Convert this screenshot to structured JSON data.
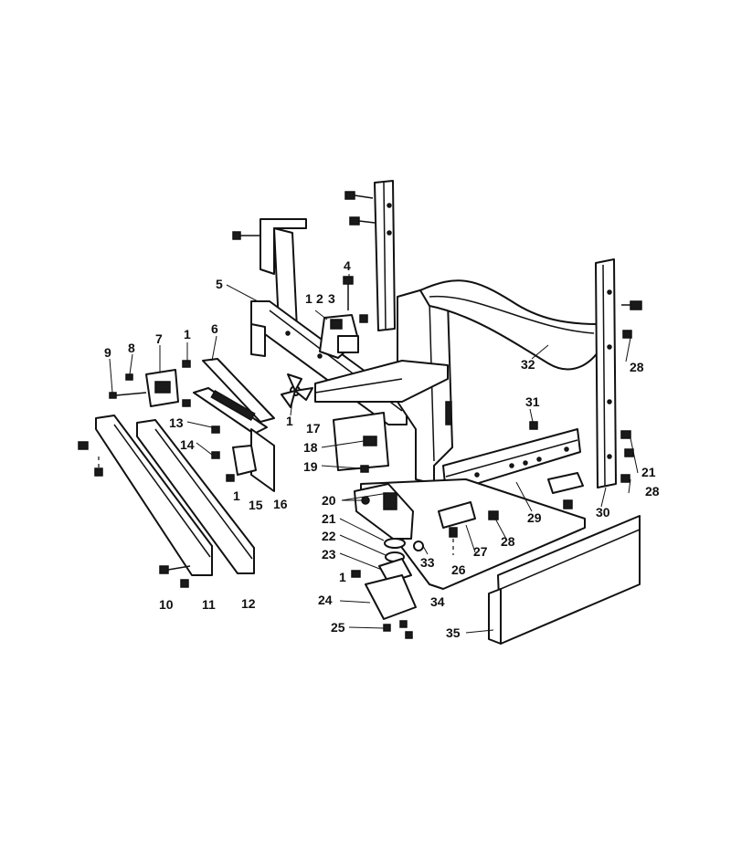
{
  "callouts": [
    {
      "id": "c1a",
      "text": "1"
    },
    {
      "id": "c1b",
      "text": "1"
    },
    {
      "id": "c1c",
      "text": "1"
    },
    {
      "id": "c1d",
      "text": "1"
    },
    {
      "id": "c1e",
      "text": "1"
    },
    {
      "id": "c2",
      "text": "2"
    },
    {
      "id": "c3",
      "text": "3"
    },
    {
      "id": "c4",
      "text": "4"
    },
    {
      "id": "c5",
      "text": "5"
    },
    {
      "id": "c6",
      "text": "6"
    },
    {
      "id": "c7",
      "text": "7"
    },
    {
      "id": "c8",
      "text": "8"
    },
    {
      "id": "c9",
      "text": "9"
    },
    {
      "id": "c10",
      "text": "10"
    },
    {
      "id": "c11",
      "text": "11"
    },
    {
      "id": "c12",
      "text": "12"
    },
    {
      "id": "c13",
      "text": "13"
    },
    {
      "id": "c14",
      "text": "14"
    },
    {
      "id": "c15",
      "text": "15"
    },
    {
      "id": "c16",
      "text": "16"
    },
    {
      "id": "c17",
      "text": "17"
    },
    {
      "id": "c18",
      "text": "18"
    },
    {
      "id": "c19",
      "text": "19"
    },
    {
      "id": "c20",
      "text": "20"
    },
    {
      "id": "c21a",
      "text": "21"
    },
    {
      "id": "c21b",
      "text": "21"
    },
    {
      "id": "c22",
      "text": "22"
    },
    {
      "id": "c23",
      "text": "23"
    },
    {
      "id": "c24",
      "text": "24"
    },
    {
      "id": "c25",
      "text": "25"
    },
    {
      "id": "c26",
      "text": "26"
    },
    {
      "id": "c27",
      "text": "27"
    },
    {
      "id": "c28a",
      "text": "28"
    },
    {
      "id": "c28b",
      "text": "28"
    },
    {
      "id": "c28c",
      "text": "28"
    },
    {
      "id": "c29",
      "text": "29"
    },
    {
      "id": "c30",
      "text": "30"
    },
    {
      "id": "c31",
      "text": "31"
    },
    {
      "id": "c32",
      "text": "32"
    },
    {
      "id": "c33",
      "text": "33"
    },
    {
      "id": "c34",
      "text": "34"
    },
    {
      "id": "c35",
      "text": "35"
    }
  ]
}
